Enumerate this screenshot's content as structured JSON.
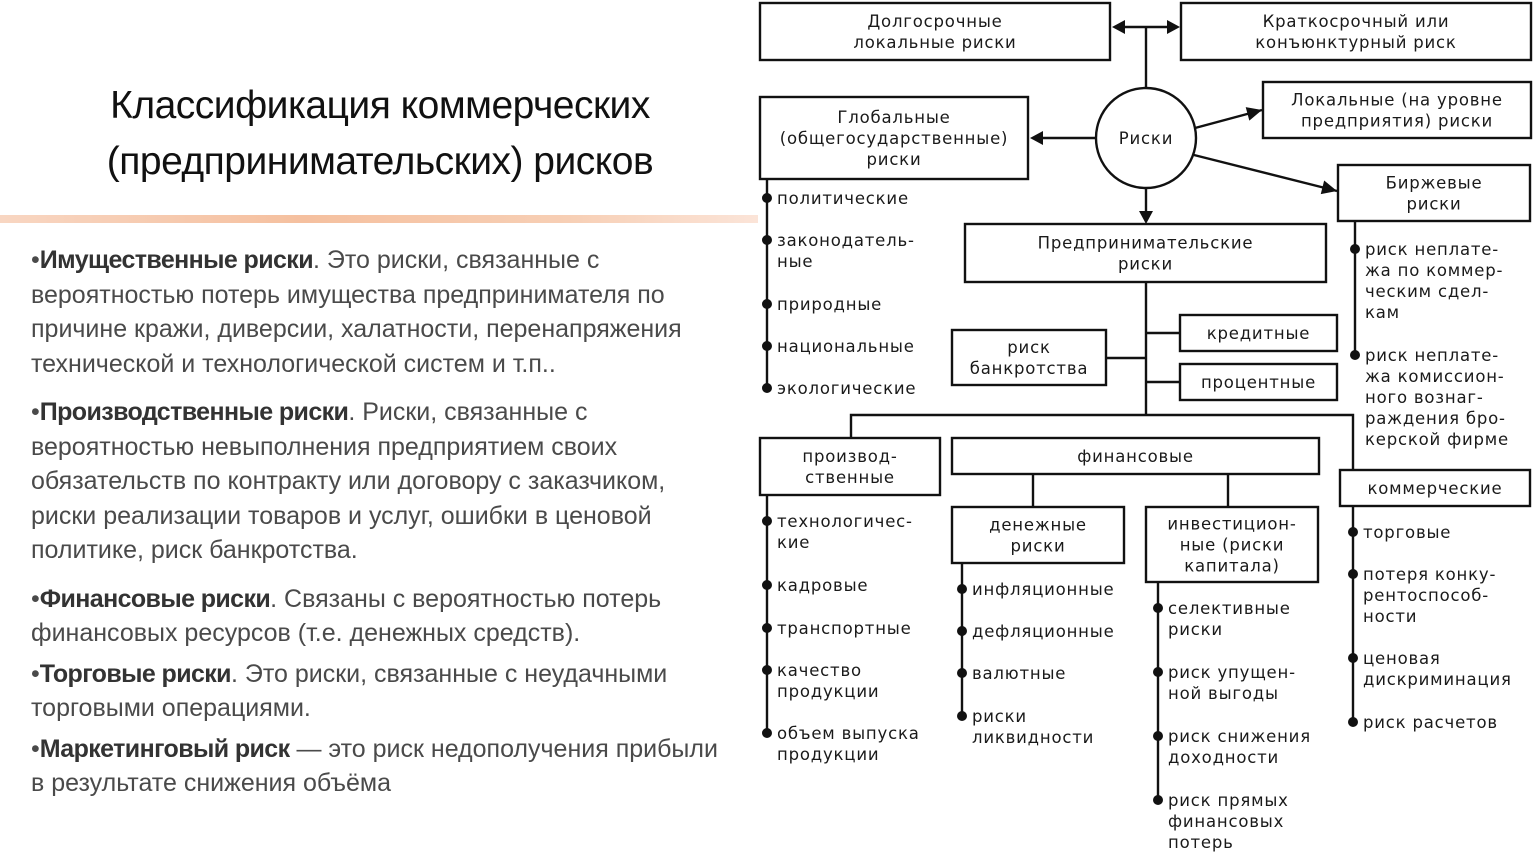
{
  "slide": {
    "title_line1": "Классификация коммерческих",
    "title_line2": "(предпринимательских) рисков",
    "accent_color": "#f5c09f"
  },
  "paragraphs": [
    {
      "bold": "Имущественные риски",
      "rest": ". Это риски, связанные с вероятностью потерь имущества предпринимателя по причине кражи, диверсии, халатности, перенапряжения технической и технологической систем и т.п.."
    },
    {
      "bold": "Производственные риски",
      "rest": ". Риски, связанные с вероятностью невыполнения предприятием своих обязательств по контракту или договору с заказчиком, риски реализации товаров и услуг, ошибки в ценовой политике, риск банкротства."
    },
    {
      "bold": "Финансовые риски",
      "rest": ". Связаны с вероятностью потерь финансовых ресурсов (т.е. денежных средств)."
    },
    {
      "bold": "Торговые риски",
      "rest": ". Это риски, связанные с неудачными торговыми операциями."
    },
    {
      "bold": "Маркетинговый риск",
      "rest": " — это риск недополучения прибыли в результате снижения объёма"
    }
  ],
  "diagram": {
    "center": "Риски",
    "long_term": [
      "Долгосрочные",
      "локальные риски"
    ],
    "short_term": [
      "Краткосрочный или",
      "конъюнктурный риск"
    ],
    "global": [
      "Глобальные",
      "(общегосударственные)",
      "риски"
    ],
    "local": [
      "Локальные (на уровне",
      "предприятия) риски"
    ],
    "exchange": [
      "Биржевые",
      "риски"
    ],
    "entrepreneurial": [
      "Предпринимательские",
      "риски"
    ],
    "bankruptcy": [
      "риск",
      "банкротства"
    ],
    "credit": "кредитные",
    "interest": "процентные",
    "production": [
      "производ-",
      "ственные"
    ],
    "financial": "финансовые",
    "commercial": "коммерческие",
    "monetary": [
      "денежные",
      "риски"
    ],
    "investment": [
      "инвестицион-",
      "ные (риски",
      "капитала)"
    ],
    "global_items": [
      [
        "политические"
      ],
      [
        "законодатель-",
        "ные"
      ],
      [
        "природные"
      ],
      [
        "национальные"
      ],
      [
        "экологические"
      ]
    ],
    "exchange_items": [
      [
        "риск неплате-",
        "жа по коммер-",
        "ческим сдел-",
        "кам"
      ],
      [
        "риск неплате-",
        "жа комиссион-",
        "ного вознаг-",
        "раждения бро-",
        "керской фирме"
      ]
    ],
    "production_items": [
      [
        "технологичес-",
        "кие"
      ],
      [
        "кадровые"
      ],
      [
        "транспортные"
      ],
      [
        "качество",
        "продукции"
      ],
      [
        "объем выпуска",
        "продукции"
      ]
    ],
    "monetary_items": [
      [
        "инфляционные"
      ],
      [
        "дефляционные"
      ],
      [
        "валютные"
      ],
      [
        "риски",
        "ликвидности"
      ]
    ],
    "investment_items": [
      [
        "селективные",
        "риски"
      ],
      [
        "риск упущен-",
        "ной выгоды"
      ],
      [
        "риск снижения",
        "доходности"
      ],
      [
        "риск прямых",
        "финансовых",
        "потерь"
      ]
    ],
    "commercial_items": [
      [
        "торговые"
      ],
      [
        "потеря конку-",
        "рентоспособ-",
        "ности"
      ],
      [
        "ценовая",
        "дискриминация"
      ],
      [
        "риск расчетов"
      ]
    ]
  }
}
